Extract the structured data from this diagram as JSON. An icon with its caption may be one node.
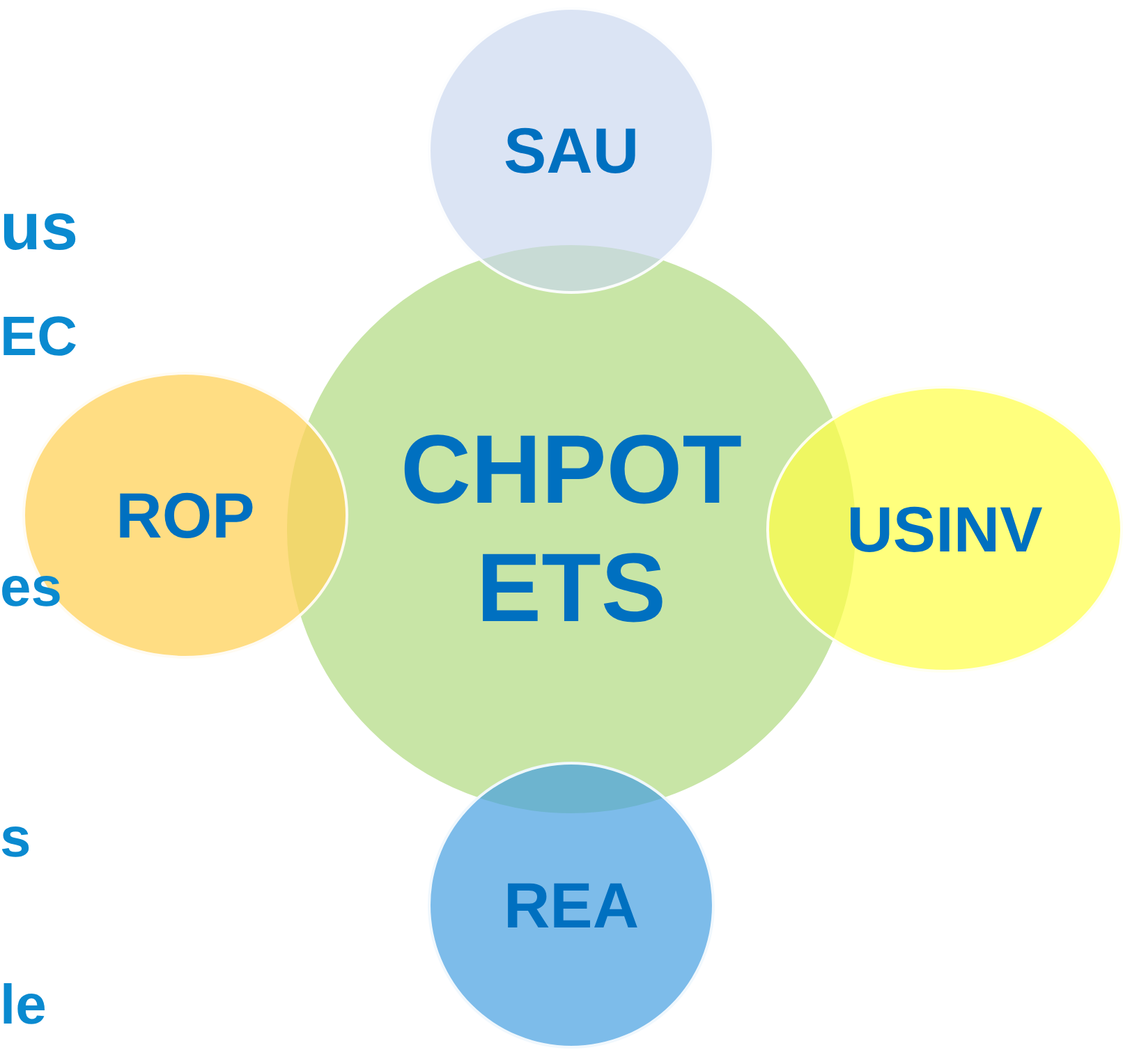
{
  "diagram": {
    "nodes": [
      {
        "text": [
          "SAU"
        ]
      },
      {
        "text": [
          "ROP"
        ]
      },
      {
        "text": [
          "CHPOT ETS"
        ]
      },
      {
        "text": [
          "USINV"
        ]
      },
      {
        "text": [
          "REA"
        ]
      }
    ],
    "labels": [
      "us",
      "EC",
      "es",
      "s",
      "le"
    ]
  }
}
